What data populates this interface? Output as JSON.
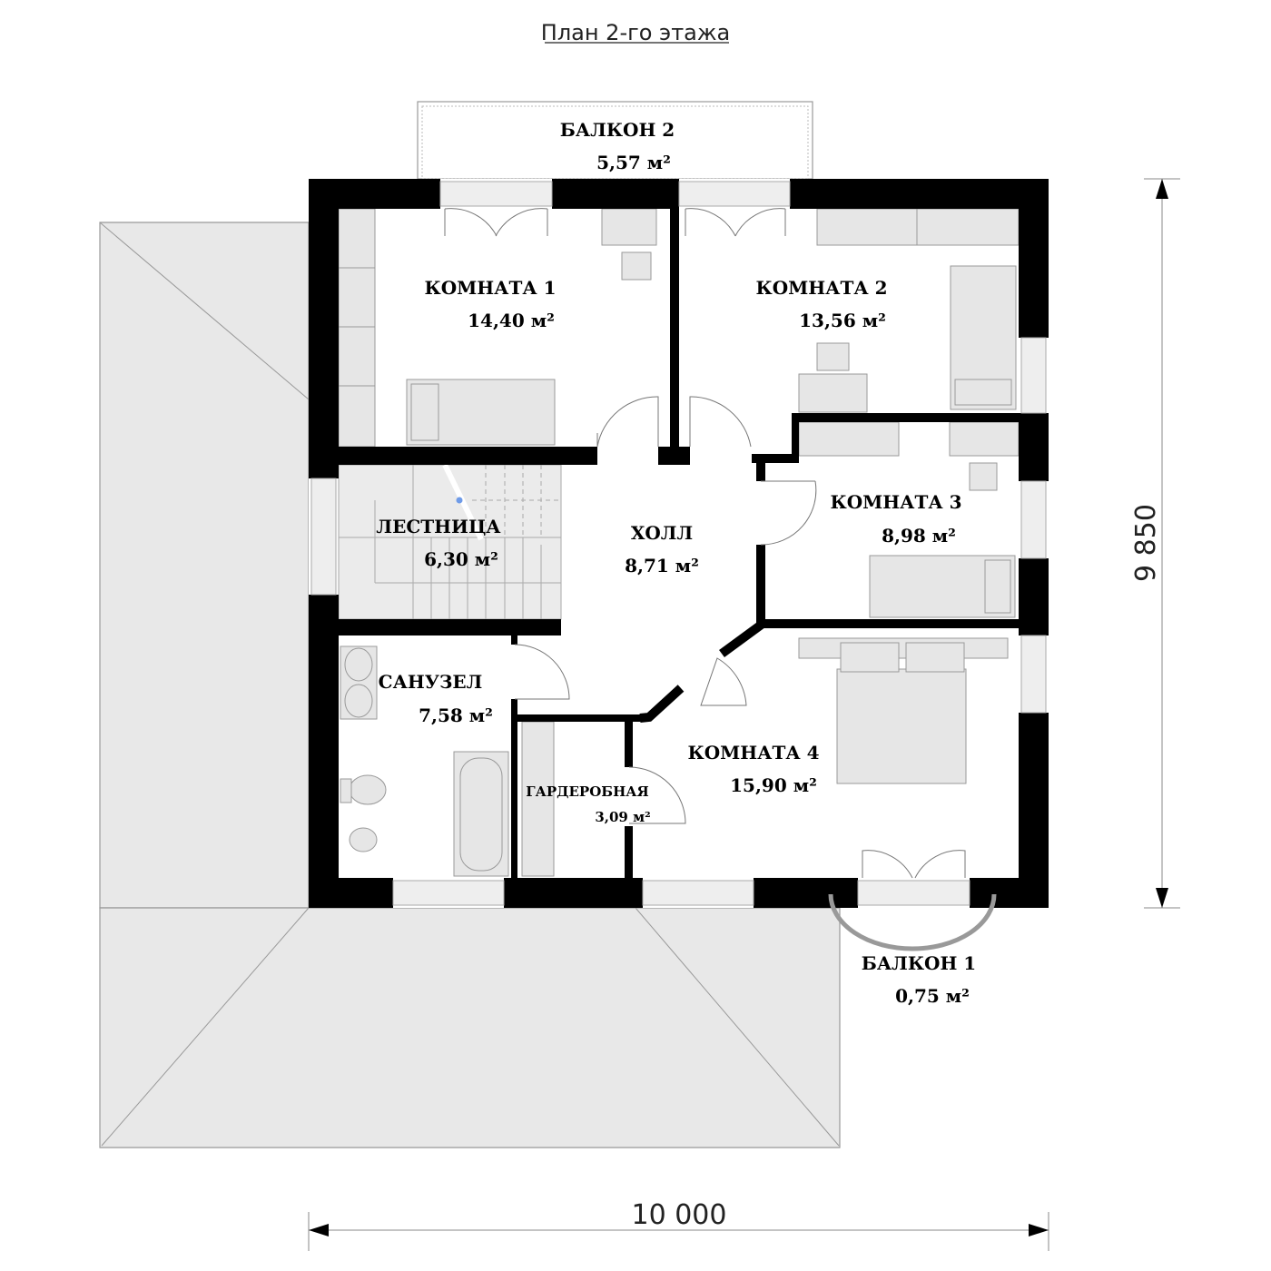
{
  "title": "План 2-го этажа",
  "rooms": [
    {
      "name": "БАЛКОН 2",
      "area": "5,57 м²"
    },
    {
      "name": "КОМНАТА 1",
      "area": "14,40 м²"
    },
    {
      "name": "КОМНАТА 2",
      "area": "13,56 м²"
    },
    {
      "name": "ЛЕСТНИЦА",
      "area": "6,30 м²"
    },
    {
      "name": "ХОЛЛ",
      "area": "8,71 м²"
    },
    {
      "name": "КОМНАТА 3",
      "area": "8,98 м²"
    },
    {
      "name": "САНУЗЕЛ",
      "area": "7,58 м²"
    },
    {
      "name": "КОМНАТА 4",
      "area": "15,90 м²"
    },
    {
      "name": "ГАРДЕРОБНАЯ",
      "area": "3,09 м²"
    },
    {
      "name": "БАЛКОН 1",
      "area": "0,75 м²"
    }
  ],
  "dimensions": {
    "width": "10 000",
    "height": "9 850"
  }
}
